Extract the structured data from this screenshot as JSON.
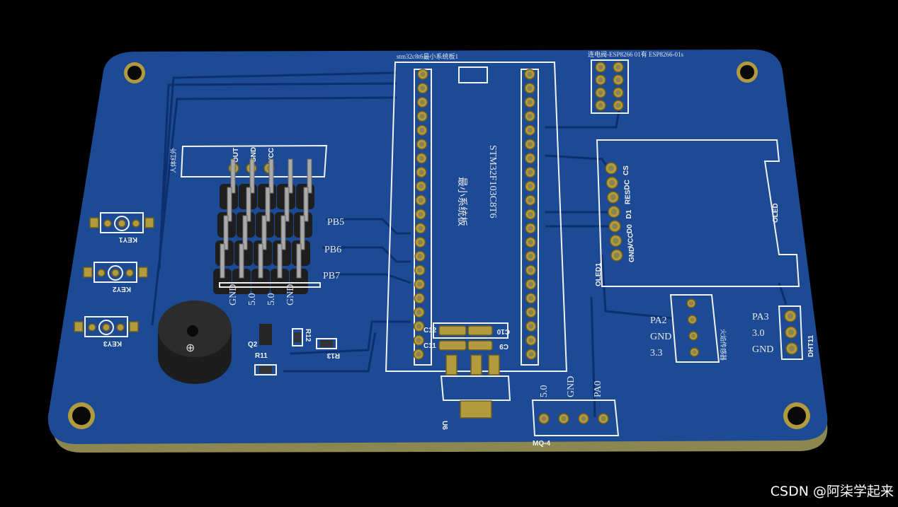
{
  "labels": {
    "mcu_board": "stm32c8t6最小系统板1",
    "esp_header": "连电阀-ESP8266 01有 ESP8266-01s",
    "mcu_name": "STM32F103C8T6",
    "mcu_sub": "最小系统板",
    "pir_label": "人体红外",
    "pir_pins": [
      "OUT",
      "GND",
      "VCC"
    ],
    "row_pb5": "PB5",
    "row_pb6": "PB6",
    "row_pb7": "PB7",
    "bottom_pins": [
      "GND",
      "5.0",
      "5.0",
      "GND"
    ],
    "keys": [
      "KEY1",
      "KEY2",
      "KEY3"
    ],
    "oled_pins": [
      "CS",
      "DC",
      "RES",
      "D1",
      "D0",
      "VCC",
      "GND"
    ],
    "oled": "OLED",
    "oled_ref": "OLED1",
    "flame_pins": [
      "PA2",
      "GND",
      "3.3"
    ],
    "flame_label": "火焰传感器",
    "dht_pins": [
      "PA3",
      "3.0",
      "GND"
    ],
    "dht_ref": "DHT11",
    "mq_pins": [
      "5.0",
      "GND",
      "PA0"
    ],
    "mq_ref": "MQ-4",
    "refs": {
      "q2": "Q2",
      "r11": "R11",
      "r12": "R12",
      "r13": "R13",
      "c9": "C9",
      "c10": "C10",
      "c11": "C11",
      "c12": "C12",
      "u6": "U6"
    }
  },
  "colors": {
    "board": "#1c4a94",
    "silk": "#f2f2f2",
    "pad": "#b29a3e",
    "background": "#000000"
  },
  "watermark": "CSDN @阿柒学起来"
}
